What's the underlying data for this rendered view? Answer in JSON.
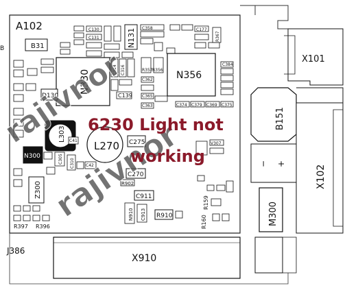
{
  "board": {
    "label": "A102",
    "edge_mark": "B",
    "corner_label": "J386"
  },
  "title": {
    "line1": "6230 Light not",
    "line2": "working",
    "color": "#8b1a2a"
  },
  "watermark": {
    "text1": "rajivnor",
    "text2": "rajivnor",
    "color": "#555555"
  },
  "components": {
    "n356": "N356",
    "n330": "N330",
    "d130": "D130",
    "c139": "C139",
    "l303": "L303",
    "n300": "N300",
    "l270": "L270",
    "c275": "C275",
    "c270": "C270",
    "z300": "Z300",
    "r397": "R397",
    "r396": "R396",
    "c911": "C911",
    "n910": "N910",
    "c913": "C913",
    "r910": "R910",
    "r902": "R902",
    "r160": "R160",
    "r159": "R159",
    "v307": "V307",
    "n131": "N131",
    "b31": "B31",
    "c358": "C358",
    "r367": "R367",
    "r356": "R356",
    "r357": "R357",
    "c384": "C384",
    "c374": "C374",
    "c379": "C379",
    "c369": "C369",
    "c375": "C375",
    "c363": "C363",
    "c362": "C362",
    "c365": "C365",
    "c305": "C305",
    "c310": "C310",
    "c41": "C41",
    "c42": "C42",
    "c314": "C314",
    "c316": "C316",
    "c130": "C130",
    "c131": "C131",
    "c177": "C177"
  },
  "connectors": {
    "x101": "X101",
    "b151": "B151",
    "x102": "X102",
    "m300": "M300",
    "x910": "X910",
    "minus": "−",
    "plus": "+"
  }
}
